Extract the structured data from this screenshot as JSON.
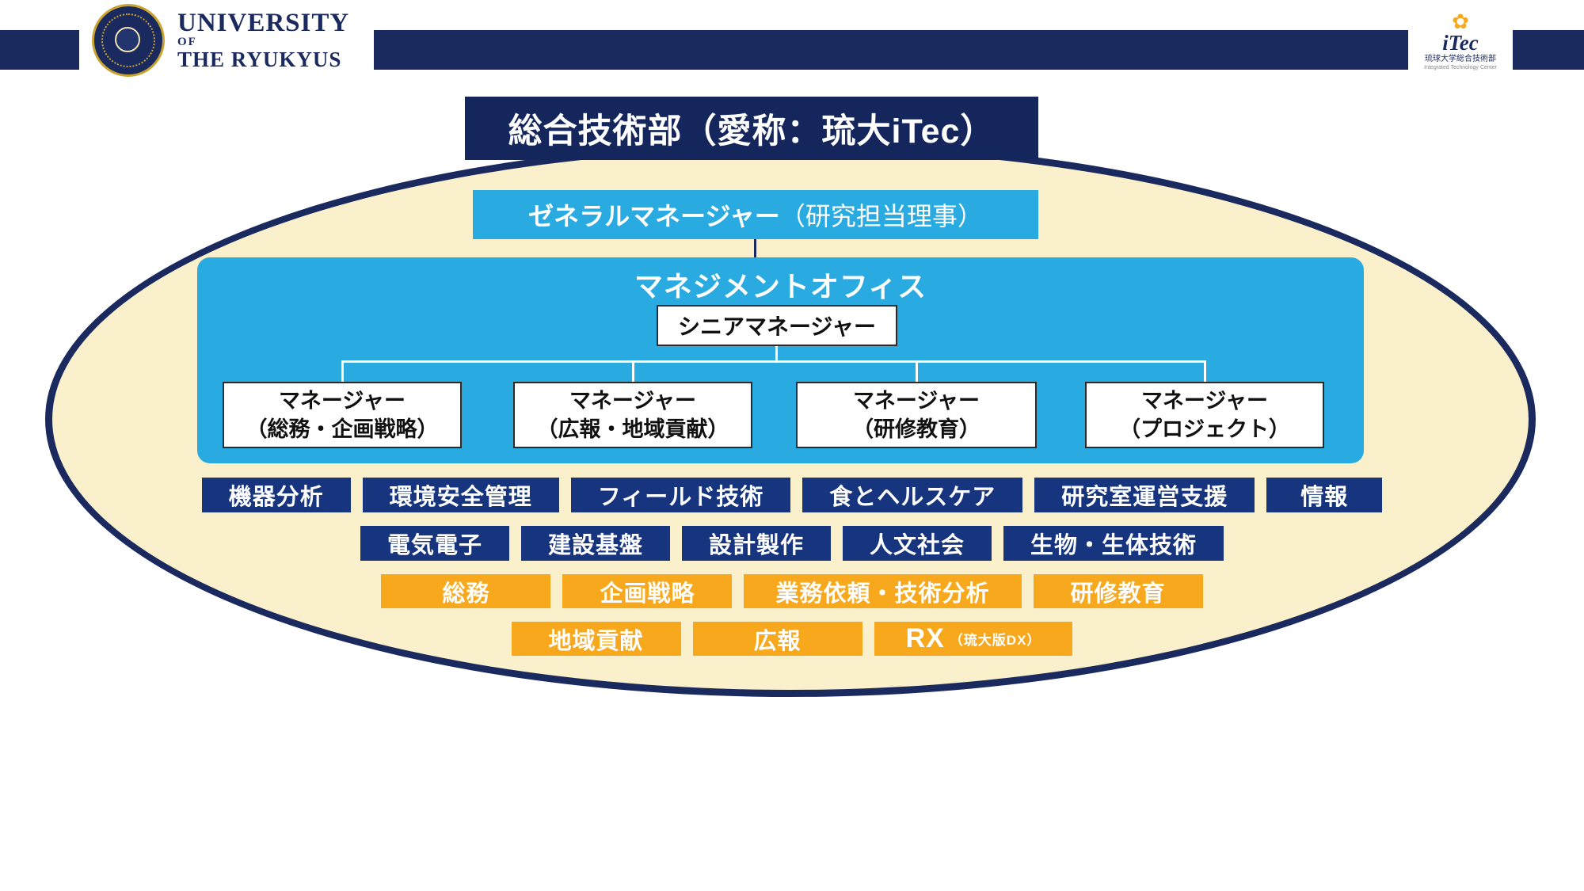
{
  "header": {
    "university": {
      "line1": "UNIVERSITY",
      "line2": "OF",
      "line3": "THE RYUKYUS"
    },
    "itec": {
      "flower_icon": "✿",
      "name": "iTec",
      "sub_ja": "琉球大学総合技術部",
      "sub_en": "Integrated Technology Center"
    }
  },
  "title": "総合技術部（愛称：琉大iTec）",
  "general_manager": {
    "label": "ゼネラルマネージャー",
    "suffix": "（研究担当理事）"
  },
  "management_office": {
    "title": "マネジメントオフィス",
    "senior_manager": "シニアマネージャー",
    "managers": [
      {
        "line1": "マネージャー",
        "line2": "（総務・企画戦略）"
      },
      {
        "line1": "マネージャー",
        "line2": "（広報・地域貢献）"
      },
      {
        "line1": "マネージャー",
        "line2": "（研修教育）"
      },
      {
        "line1": "マネージャー",
        "line2": "（プロジェクト）"
      }
    ]
  },
  "groups": {
    "navy_row1": [
      "機器分析",
      "環境安全管理",
      "フィールド技術",
      "食とヘルスケア",
      "研究室運営支援",
      "情報"
    ],
    "navy_row2": [
      "電気電子",
      "建設基盤",
      "設計製作",
      "人文社会",
      "生物・生体技術"
    ],
    "orange_row1": [
      "総務",
      "企画戦略",
      "業務依頼・技術分析",
      "研修教育"
    ],
    "orange_row2": [
      "地域貢献",
      "広報"
    ],
    "rx": {
      "main": "RX",
      "sub": "（琉大版DX）"
    }
  },
  "colors": {
    "navy": "#1a2a5e",
    "title_navy": "#14265b",
    "button_navy": "#17357e",
    "cyan": "#29abe2",
    "cream": "#faf0cb",
    "orange": "#f8a81c"
  }
}
